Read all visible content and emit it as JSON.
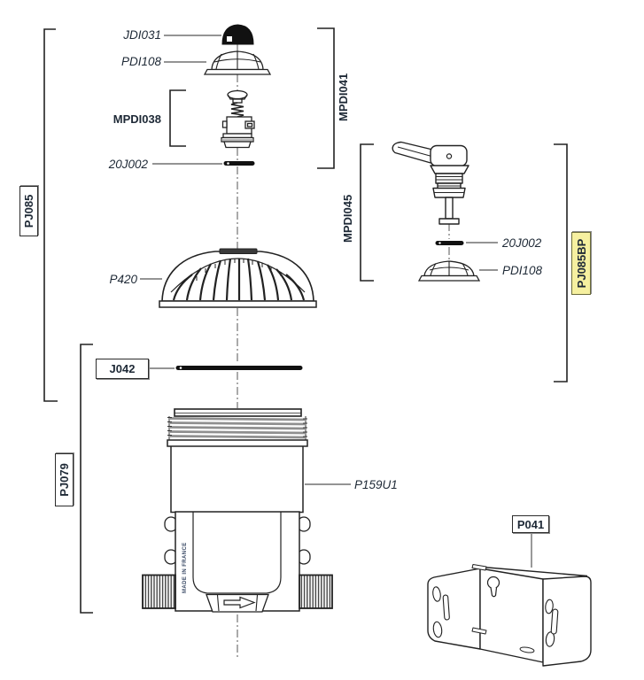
{
  "diagram": {
    "type": "exploded-parts-diagram",
    "flow_arrow_direction": "right",
    "made_in_france": "MADE IN FRANCE"
  },
  "colors": {
    "line": "#222222",
    "text": "#1e2936",
    "thread_gray": "#8f8f8f",
    "highlight_bg": "#f6f0a0",
    "highlight_border": "#6b6b3a",
    "centerline": "#555555"
  },
  "parts": {
    "jdi031": {
      "label": "JDI031"
    },
    "pdi108_top": {
      "label": "PDI108"
    },
    "mpdi038": {
      "label": "MPDI038"
    },
    "o_ring_20j002_left": {
      "label": "20J002"
    },
    "mpdi041": {
      "label": "MPDI041"
    },
    "pj085": {
      "label": "PJ085"
    },
    "p420": {
      "label": "P420"
    },
    "j042": {
      "label": "J042"
    },
    "pj079": {
      "label": "PJ079"
    },
    "mpdi045": {
      "label": "MPDI045"
    },
    "o_ring_20j002_right": {
      "label": "20J002"
    },
    "pdi108_right": {
      "label": "PDI108"
    },
    "pj085bp": {
      "label": "PJ085BP",
      "highlighted": true
    },
    "p159u1": {
      "label": "P159U1"
    },
    "p041": {
      "label": "P041"
    }
  }
}
